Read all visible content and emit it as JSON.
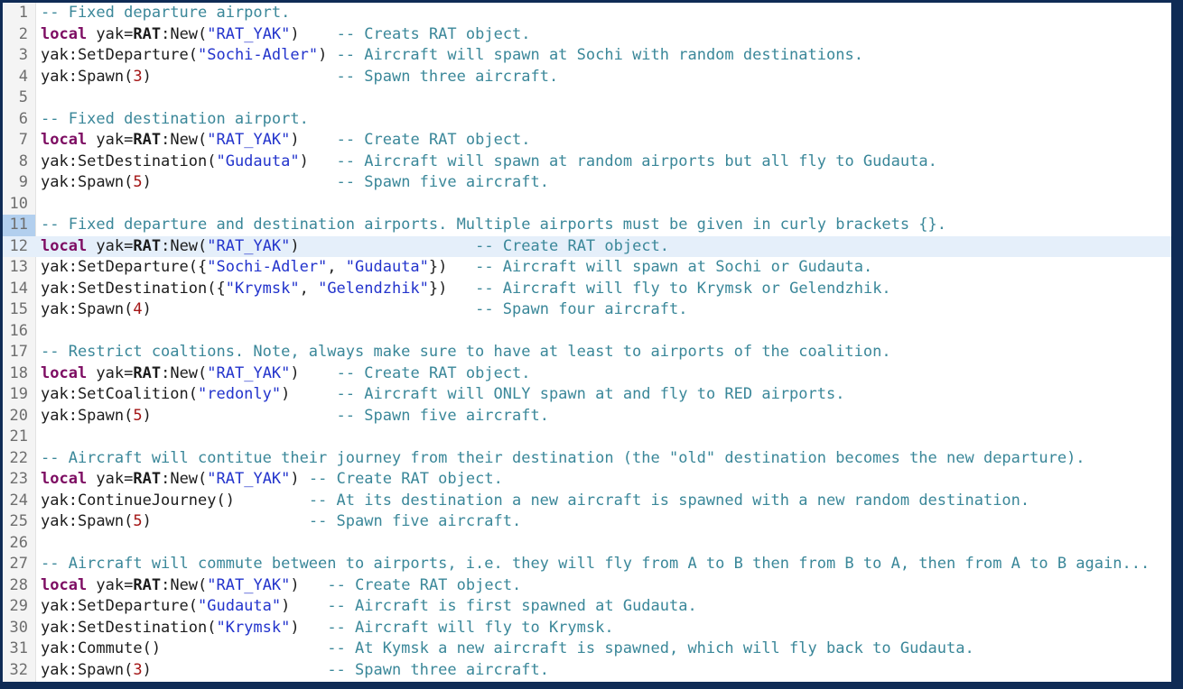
{
  "editor": {
    "language": "lua",
    "current_line": 12,
    "selected_gutter_line": 11,
    "colors": {
      "frame": "#0f2b55",
      "background": "#ffffff",
      "plain": "#1c1c1c",
      "keyword": "#7d0c62",
      "string": "#2233cc",
      "number": "#a31515",
      "comment": "#3a8799",
      "gutter_text": "#6e6e6e",
      "gutter_bg": "#f4f4f4",
      "current_line_bg": "#e5effa",
      "gutter_selected_bg": "#b2cfee"
    },
    "lines": [
      {
        "n": 1,
        "tokens": [
          [
            "c",
            "-- Fixed departure airport."
          ]
        ]
      },
      {
        "n": 2,
        "tokens": [
          [
            "k",
            "local"
          ],
          [
            "p",
            " yak="
          ],
          [
            "b",
            "RAT"
          ],
          [
            "p",
            ":New("
          ],
          [
            "s",
            "\"RAT_YAK\""
          ],
          [
            "p",
            ")    "
          ],
          [
            "c",
            "-- Creats RAT object."
          ]
        ]
      },
      {
        "n": 3,
        "tokens": [
          [
            "p",
            "yak:SetDeparture("
          ],
          [
            "s",
            "\"Sochi-Adler\""
          ],
          [
            "p",
            ") "
          ],
          [
            "c",
            "-- Aircraft will spawn at Sochi with random destinations."
          ]
        ]
      },
      {
        "n": 4,
        "tokens": [
          [
            "p",
            "yak:Spawn("
          ],
          [
            "n",
            "3"
          ],
          [
            "p",
            ")                    "
          ],
          [
            "c",
            "-- Spawn three aircraft."
          ]
        ]
      },
      {
        "n": 5,
        "tokens": []
      },
      {
        "n": 6,
        "tokens": [
          [
            "c",
            "-- Fixed destination airport."
          ]
        ]
      },
      {
        "n": 7,
        "tokens": [
          [
            "k",
            "local"
          ],
          [
            "p",
            " yak="
          ],
          [
            "b",
            "RAT"
          ],
          [
            "p",
            ":New("
          ],
          [
            "s",
            "\"RAT_YAK\""
          ],
          [
            "p",
            ")    "
          ],
          [
            "c",
            "-- Create RAT object."
          ]
        ]
      },
      {
        "n": 8,
        "tokens": [
          [
            "p",
            "yak:SetDestination("
          ],
          [
            "s",
            "\"Gudauta\""
          ],
          [
            "p",
            ")   "
          ],
          [
            "c",
            "-- Aircraft will spawn at random airports but all fly to Gudauta."
          ]
        ]
      },
      {
        "n": 9,
        "tokens": [
          [
            "p",
            "yak:Spawn("
          ],
          [
            "n",
            "5"
          ],
          [
            "p",
            ")                    "
          ],
          [
            "c",
            "-- Spawn five aircraft."
          ]
        ]
      },
      {
        "n": 10,
        "tokens": []
      },
      {
        "n": 11,
        "tokens": [
          [
            "c",
            "-- Fixed departure and destination airports. Multiple airports must be given in curly brackets {}."
          ]
        ]
      },
      {
        "n": 12,
        "tokens": [
          [
            "k",
            "local"
          ],
          [
            "p",
            " yak="
          ],
          [
            "b",
            "RAT"
          ],
          [
            "p",
            ":New("
          ],
          [
            "s",
            "\"RAT_YAK\""
          ],
          [
            "p",
            ")                   "
          ],
          [
            "c",
            "-- Create RAT object."
          ]
        ]
      },
      {
        "n": 13,
        "tokens": [
          [
            "p",
            "yak:SetDeparture({"
          ],
          [
            "s",
            "\"Sochi-Adler\""
          ],
          [
            "p",
            ", "
          ],
          [
            "s",
            "\"Gudauta\""
          ],
          [
            "p",
            "})   "
          ],
          [
            "c",
            "-- Aircraft will spawn at Sochi or Gudauta."
          ]
        ]
      },
      {
        "n": 14,
        "tokens": [
          [
            "p",
            "yak:SetDestination({"
          ],
          [
            "s",
            "\"Krymsk\""
          ],
          [
            "p",
            ", "
          ],
          [
            "s",
            "\"Gelendzhik\""
          ],
          [
            "p",
            "})   "
          ],
          [
            "c",
            "-- Aircraft will fly to Krymsk or Gelendzhik."
          ]
        ]
      },
      {
        "n": 15,
        "tokens": [
          [
            "p",
            "yak:Spawn("
          ],
          [
            "n",
            "4"
          ],
          [
            "p",
            ")                                   "
          ],
          [
            "c",
            "-- Spawn four aircraft."
          ]
        ]
      },
      {
        "n": 16,
        "tokens": []
      },
      {
        "n": 17,
        "tokens": [
          [
            "c",
            "-- Restrict coaltions. Note, always make sure to have at least to airports of the coalition."
          ]
        ]
      },
      {
        "n": 18,
        "tokens": [
          [
            "k",
            "local"
          ],
          [
            "p",
            " yak="
          ],
          [
            "b",
            "RAT"
          ],
          [
            "p",
            ":New("
          ],
          [
            "s",
            "\"RAT_YAK\""
          ],
          [
            "p",
            ")    "
          ],
          [
            "c",
            "-- Create RAT object."
          ]
        ]
      },
      {
        "n": 19,
        "tokens": [
          [
            "p",
            "yak:SetCoalition("
          ],
          [
            "s",
            "\"redonly\""
          ],
          [
            "p",
            ")     "
          ],
          [
            "c",
            "-- Aircraft will ONLY spawn at and fly to RED airports."
          ]
        ]
      },
      {
        "n": 20,
        "tokens": [
          [
            "p",
            "yak:Spawn("
          ],
          [
            "n",
            "5"
          ],
          [
            "p",
            ")                    "
          ],
          [
            "c",
            "-- Spawn five aircraft."
          ]
        ]
      },
      {
        "n": 21,
        "tokens": []
      },
      {
        "n": 22,
        "tokens": [
          [
            "c",
            "-- Aircraft will contitue their journey from their destination (the \"old\" destination becomes the new departure)."
          ]
        ]
      },
      {
        "n": 23,
        "tokens": [
          [
            "k",
            "local"
          ],
          [
            "p",
            " yak="
          ],
          [
            "b",
            "RAT"
          ],
          [
            "p",
            ":New("
          ],
          [
            "s",
            "\"RAT_YAK\""
          ],
          [
            "p",
            ") "
          ],
          [
            "c",
            "-- Create RAT object."
          ]
        ]
      },
      {
        "n": 24,
        "tokens": [
          [
            "p",
            "yak:ContinueJourney()        "
          ],
          [
            "c",
            "-- At its destination a new aircraft is spawned with a new random destination."
          ]
        ]
      },
      {
        "n": 25,
        "tokens": [
          [
            "p",
            "yak:Spawn("
          ],
          [
            "n",
            "5"
          ],
          [
            "p",
            ")                 "
          ],
          [
            "c",
            "-- Spawn five aircraft."
          ]
        ]
      },
      {
        "n": 26,
        "tokens": []
      },
      {
        "n": 27,
        "tokens": [
          [
            "c",
            "-- Aircraft will commute between to airports, i.e. they will fly from A to B then from B to A, then from A to B again..."
          ]
        ]
      },
      {
        "n": 28,
        "tokens": [
          [
            "k",
            "local"
          ],
          [
            "p",
            " yak="
          ],
          [
            "b",
            "RAT"
          ],
          [
            "p",
            ":New("
          ],
          [
            "s",
            "\"RAT_YAK\""
          ],
          [
            "p",
            ")   "
          ],
          [
            "c",
            "-- Create RAT object."
          ]
        ]
      },
      {
        "n": 29,
        "tokens": [
          [
            "p",
            "yak:SetDeparture("
          ],
          [
            "s",
            "\"Gudauta\""
          ],
          [
            "p",
            ")    "
          ],
          [
            "c",
            "-- Aircraft is first spawned at Gudauta."
          ]
        ]
      },
      {
        "n": 30,
        "tokens": [
          [
            "p",
            "yak:SetDestination("
          ],
          [
            "s",
            "\"Krymsk\""
          ],
          [
            "p",
            ")   "
          ],
          [
            "c",
            "-- Aircraft will fly to Krymsk."
          ]
        ]
      },
      {
        "n": 31,
        "tokens": [
          [
            "p",
            "yak:Commute()                  "
          ],
          [
            "c",
            "-- At Kymsk a new aircraft is spawned, which will fly back to Gudauta."
          ]
        ]
      },
      {
        "n": 32,
        "tokens": [
          [
            "p",
            "yak:Spawn("
          ],
          [
            "n",
            "3"
          ],
          [
            "p",
            ")                   "
          ],
          [
            "c",
            "-- Spawn three aircraft."
          ]
        ]
      }
    ]
  }
}
